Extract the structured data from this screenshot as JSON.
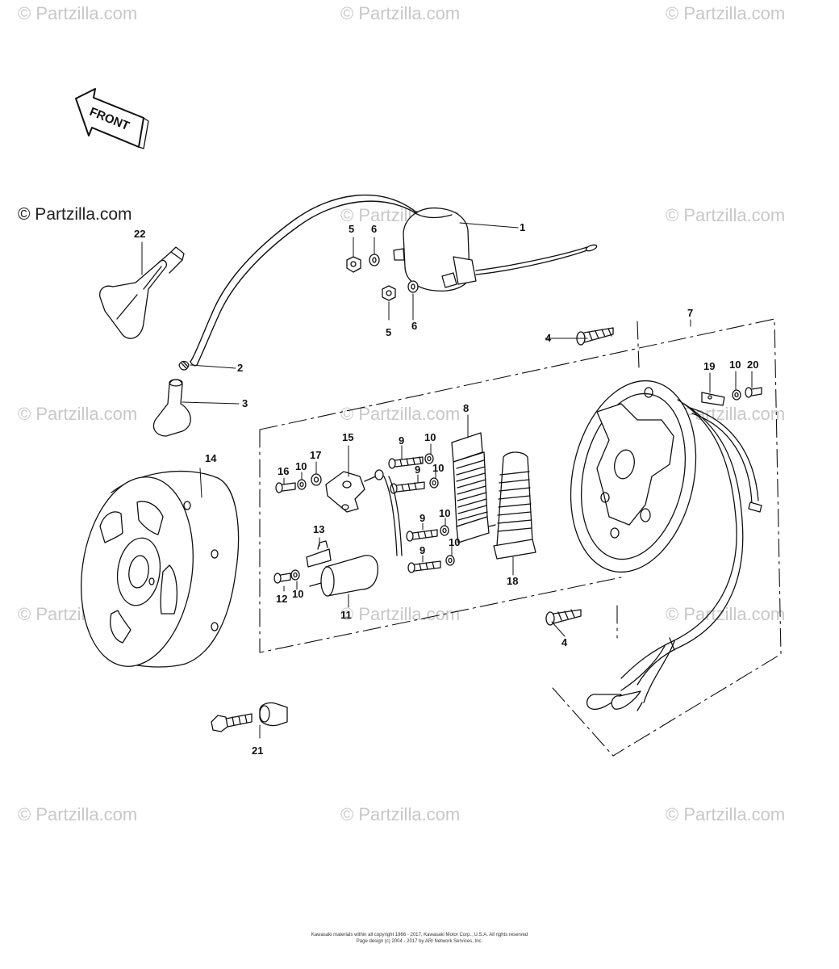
{
  "watermark": "© Partzilla.com",
  "front_label": "FRONT",
  "part_labels": [
    "1",
    "2",
    "3",
    "4",
    "4",
    "5",
    "5",
    "6",
    "6",
    "7",
    "8",
    "9",
    "9",
    "9",
    "9",
    "10",
    "10",
    "10",
    "10",
    "10",
    "10",
    "10",
    "11",
    "12",
    "13",
    "14",
    "15",
    "16",
    "17",
    "18",
    "19",
    "20",
    "21",
    "22"
  ],
  "footer": {
    "line1": "Kawasaki materials within all copyright 1966 - 2017, Kawasaki Motor Corp., U.S.A.  All rights reserved",
    "line2": "Page design (c) 2004 - 2017 by ARI Network Services, Inc."
  }
}
